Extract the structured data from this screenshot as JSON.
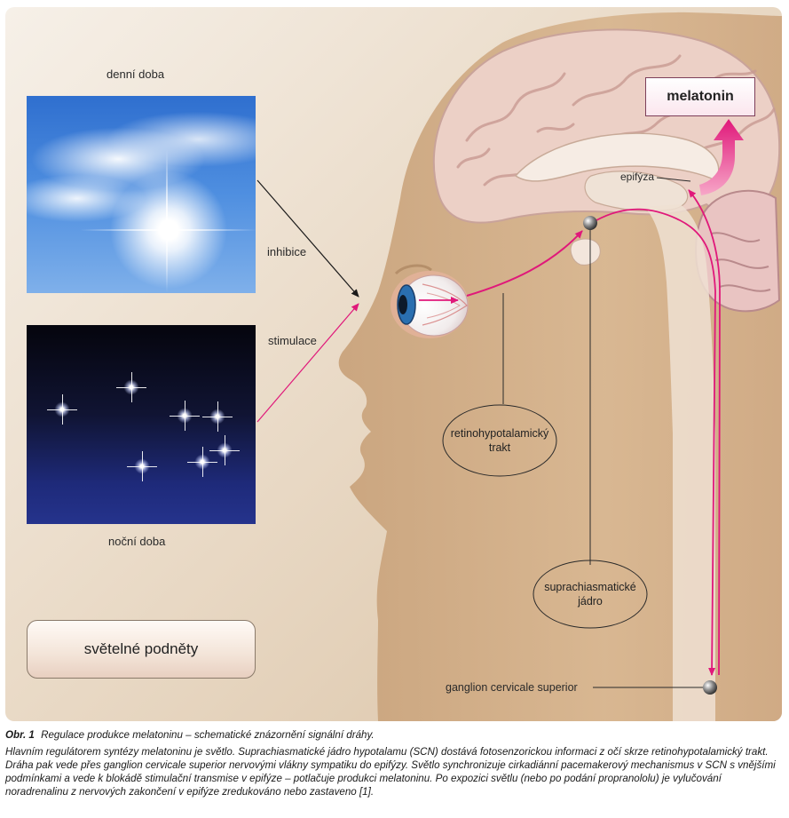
{
  "labels": {
    "day": "denní doba",
    "night": "noční doba",
    "inhibition": "inhibice",
    "stimulation": "stimulace",
    "melatonin": "melatonin",
    "epiphysis": "epifýza",
    "retino_line1": "retinohypotalamický",
    "retino_line2": "trakt",
    "scn_line1": "suprachiasmatické",
    "scn_line2": "jádro",
    "light_stimuli": "světelné podněty",
    "ganglion": "ganglion cervicale superior"
  },
  "caption": {
    "number": "Obr. 1",
    "title": "Regulace produkce melatoninu – schematické znázornění signální dráhy.",
    "text": "Hlavním regulátorem syntézy melatoninu je světlo. Suprachiasmatické jádro hypotalamu (SCN) dostává fotosenzorickou informaci z očí skrze retinohypotalamický trakt. Dráha pak vede přes ganglion cervicale superior nervovými vlákny sympatiku do epifýzy. Světlo synchronizuje cirkadiánní pacemakerový mechanismus v SCN s vnějšími podmínkami a vede k blokádě stimulační transmise v epifýze – potlačuje produkci melatoninu. Po expozici světlu (nebo po podání propranololu) je vylučování noradrenalinu z nervových zakončení v epifýze zredukováno nebo zastaveno [1]."
  },
  "colors": {
    "pathway": "#e0187a",
    "skin": "#d4b08a",
    "brain": "#e9c8c0"
  }
}
